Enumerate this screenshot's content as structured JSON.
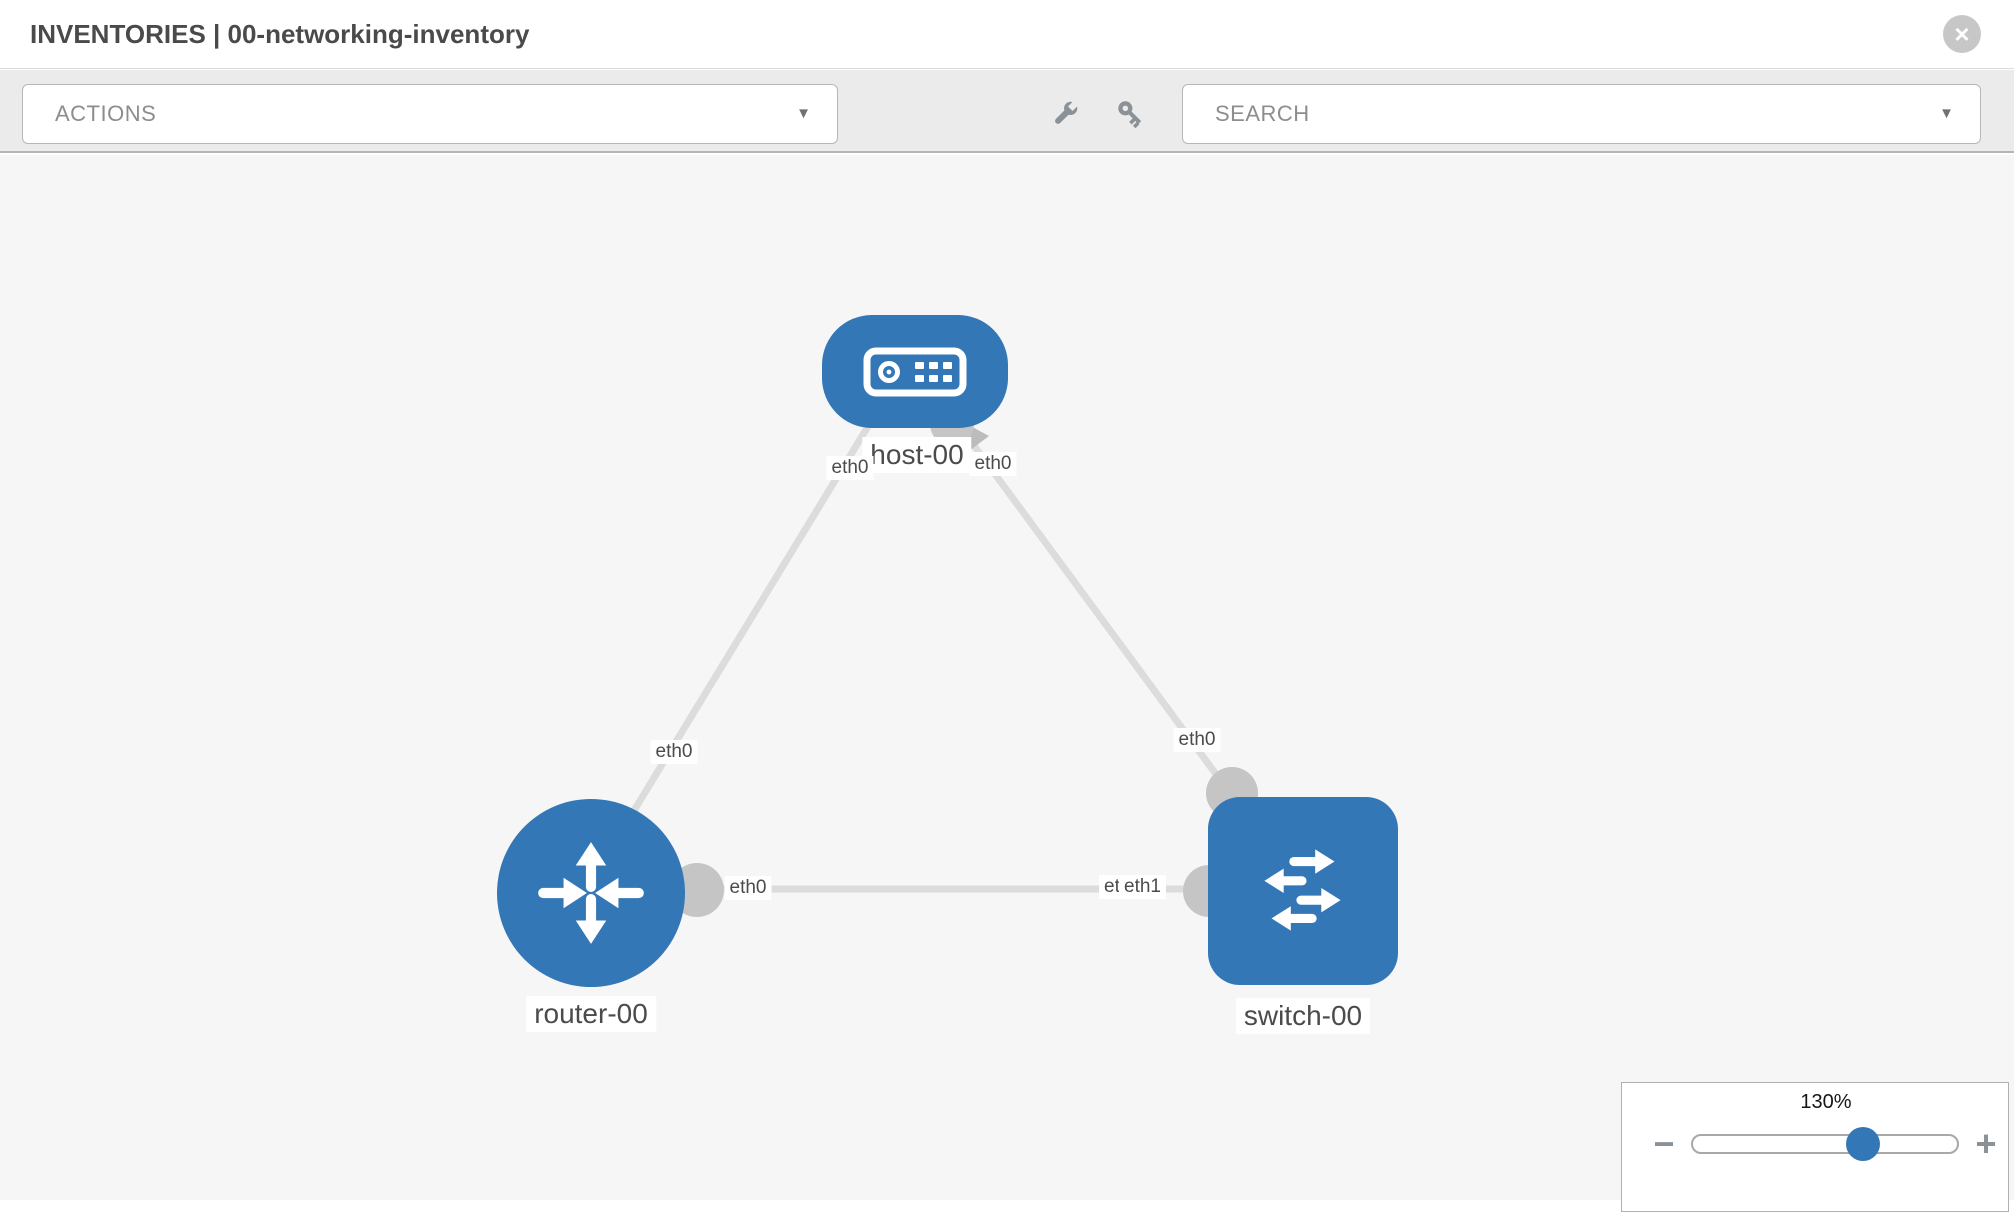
{
  "header": {
    "title": "INVENTORIES | 00-networking-inventory",
    "close_glyph": "×"
  },
  "toolbar": {
    "actions": {
      "placeholder": "ACTIONS",
      "caret": "▼"
    },
    "search": {
      "placeholder": "SEARCH",
      "caret": "▼"
    },
    "tool_icons": [
      "wrench-icon",
      "key-icon"
    ]
  },
  "topology": {
    "nodes": {
      "host": {
        "label": "host-00",
        "type": "host"
      },
      "router": {
        "label": "router-00",
        "type": "router"
      },
      "switch": {
        "label": "switch-00",
        "type": "switch"
      }
    },
    "interfaces": {
      "host_side_router_link": "eth0",
      "host_side_switch_link": "eth0",
      "router_side_host_link": "eth0",
      "router_side_switch_link": "eth0",
      "switch_side_host_link": "eth0",
      "switch_side_router_link": "eth1",
      "switch_side_router_link_hidden": "eth0"
    },
    "links": [
      {
        "source": "host-00",
        "target": "router-00",
        "source_if": "eth0",
        "target_if": "eth0"
      },
      {
        "source": "host-00",
        "target": "switch-00",
        "source_if": "eth0",
        "target_if": "eth0"
      },
      {
        "source": "router-00",
        "target": "switch-00",
        "source_if": "eth0",
        "target_if": "eth1"
      }
    ]
  },
  "zoom_control": {
    "level_label": "130%",
    "percent": 130,
    "minus_glyph": "−",
    "plus_glyph": "+"
  },
  "colors": {
    "node_blue": "#3377b6",
    "link_gray": "#dcdcdc",
    "connector_gray": "#c5c5c5",
    "canvas_bg": "#f6f6f6",
    "toolbar_bg": "#ebebeb"
  }
}
